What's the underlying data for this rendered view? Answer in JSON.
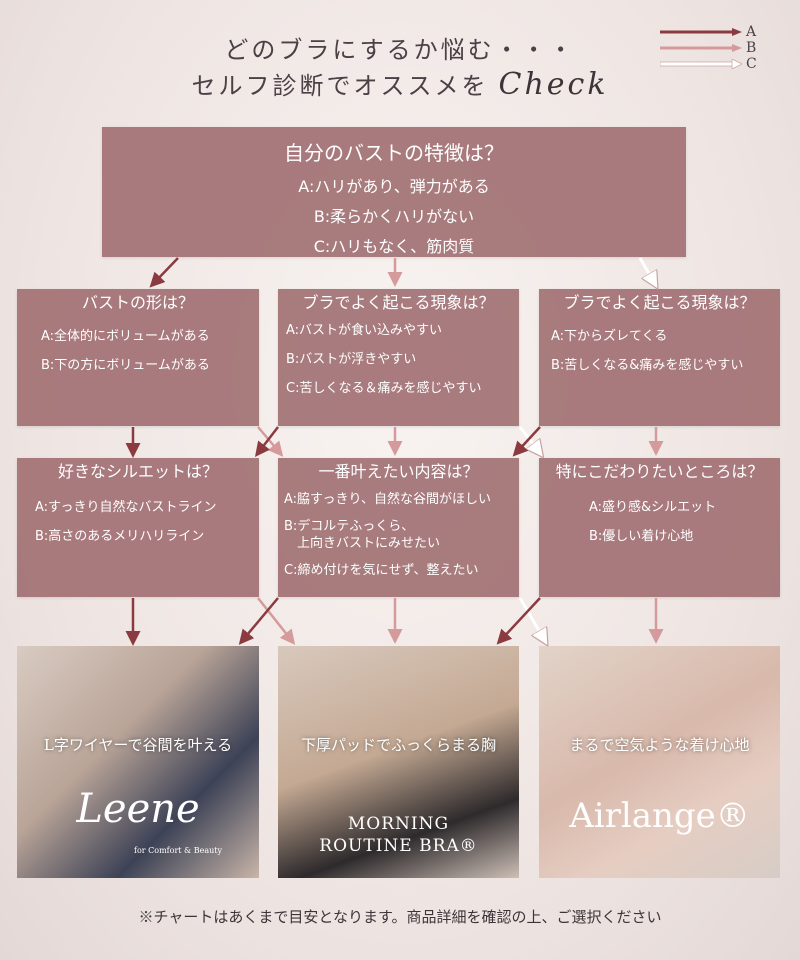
{
  "header": {
    "line1": "どのブラにするか悩む・・・",
    "line2": "セルフ診断でオススメを",
    "check": "Check"
  },
  "legend": [
    {
      "label": "A",
      "color": "#8b3a40"
    },
    {
      "label": "B",
      "color": "#d49a9c"
    },
    {
      "label": "C",
      "color": "#ffffff"
    }
  ],
  "top": {
    "question": "自分のバストの特徴は？",
    "options": [
      "A:ハリがあり、弾力がある",
      "B:柔らかくハリがない",
      "C:ハリもなく、筋肉質"
    ]
  },
  "row1": [
    {
      "question": "バストの形は？",
      "options": [
        "A:全体的にボリュームがある",
        "B:下の方にボリュームがある"
      ]
    },
    {
      "question": "ブラでよく起こる現象は？",
      "options": [
        "A:バストが食い込みやすい",
        "B:バストが浮きやすい",
        "C:苦しくなる＆痛みを感じやすい"
      ]
    },
    {
      "question": "ブラでよく起こる現象は？",
      "options": [
        "A:下からズレてくる",
        "B:苦しくなる&痛みを感じやすい"
      ]
    }
  ],
  "row2": [
    {
      "question": "好きなシルエットは？",
      "options": [
        "A:すっきり自然なバストライン",
        "B:高さのあるメリハリライン"
      ]
    },
    {
      "question": "一番叶えたい内容は？",
      "options": [
        "A:脇すっきり、自然な谷間がほしい",
        "B:デコルテふっくら、\n　上向きバストにみせたい",
        "C:締め付けを気にせず、整えたい"
      ]
    },
    {
      "question": "特にこだわりたいところは？",
      "options": [
        "A:盛り感&シルエット",
        "B:優しい着け心地"
      ]
    }
  ],
  "products": [
    {
      "caption": "L字ワイヤーで谷間を叶える",
      "logo": "Leene",
      "logo_sub": "for Comfort & Beauty"
    },
    {
      "caption": "下厚パッドでふっくらまる胸",
      "logo": "MORNING",
      "logo_sub": "ROUTINE BRA®"
    },
    {
      "caption": "まるで空気ような着け心地",
      "logo": "Airlange®",
      "logo_sub": ""
    }
  ],
  "footer": "※チャートはあくまで目安となります。商品詳細を確認の上、ご選択ください"
}
